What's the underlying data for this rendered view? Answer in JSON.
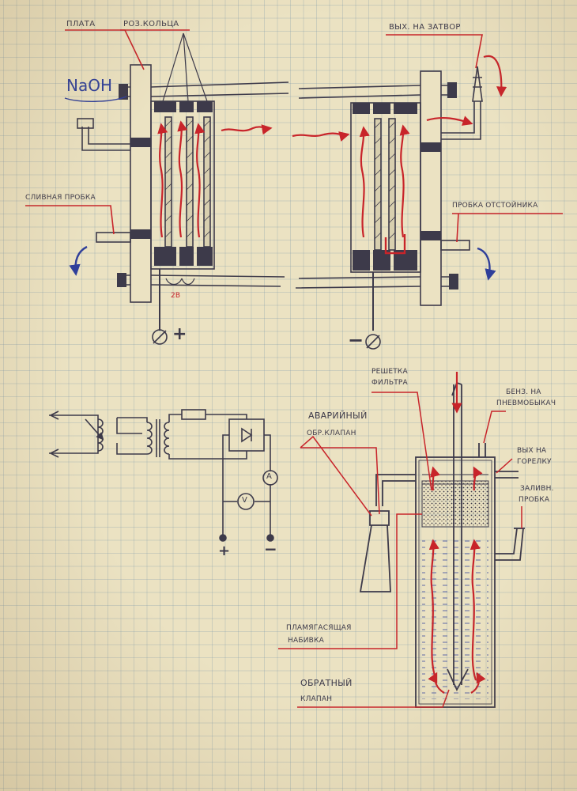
{
  "top_section": {
    "plate_label": "ПЛАТА",
    "rings_label": "РОЗ.КОЛЬЦА",
    "naoh_label": "NaOH",
    "drain_plug_label": "СЛИВНАЯ ПРОБКА",
    "gate_outlet_label": "ВЫХ. НА ЗАТВОР",
    "settler_plug_label": "ПРОБКА ОТСТОЙНИКА",
    "voltage_label": "2В",
    "plus_label": "+",
    "minus_label": "−",
    "terminal_symbol": "∅"
  },
  "circuit": {
    "ammeter_label": "A",
    "voltmeter_label": "V",
    "plus_label": "+",
    "minus_label": "−"
  },
  "gate_section": {
    "filter_grid_label_line1": "РЕШЕТКА",
    "filter_grid_label_line2": "ФИЛЬТРА",
    "emergency_valve_line1": "АВАРИЙНЫЙ",
    "emergency_valve_line2": "ОБР.КЛАПАН",
    "gasoline_inlet_line1": "БЕНЗ. НА",
    "gasoline_inlet_line2": "ПНЕВМОБЫКАЧ",
    "burner_outlet_line1": "ВЫХ НА",
    "burner_outlet_line2": "ГОРЕЛКУ",
    "fill_plug_line1": "ЗАЛИВН.",
    "fill_plug_line2": "ПРОБКА",
    "flame_packing_line1": "ПЛАМЯГАСЯЩАЯ",
    "flame_packing_line2": "НАБИВКА",
    "check_valve_line1": "ОБРАТНЫЙ",
    "check_valve_line2": "КЛАПАН"
  },
  "colors": {
    "ink": "#3d3a4a",
    "red": "#c8242a",
    "blue": "#2f3f9a",
    "paper": "#ebe2c2"
  }
}
